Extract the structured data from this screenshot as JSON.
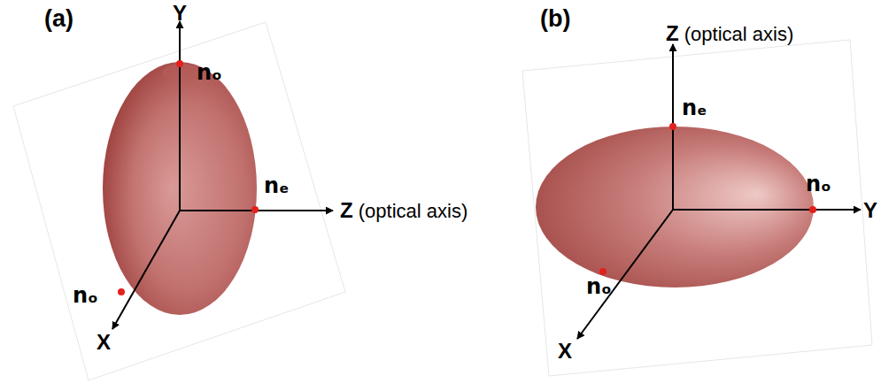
{
  "diagram": {
    "labels": [
      "(a)",
      "Y",
      "nₒ",
      "nₑ",
      "Z (optical axis)",
      "nₒ",
      "X",
      "(b)",
      "Z (optical axis)",
      "nₑ",
      "nₒ",
      "Y",
      "nₒ",
      "X"
    ]
  }
}
